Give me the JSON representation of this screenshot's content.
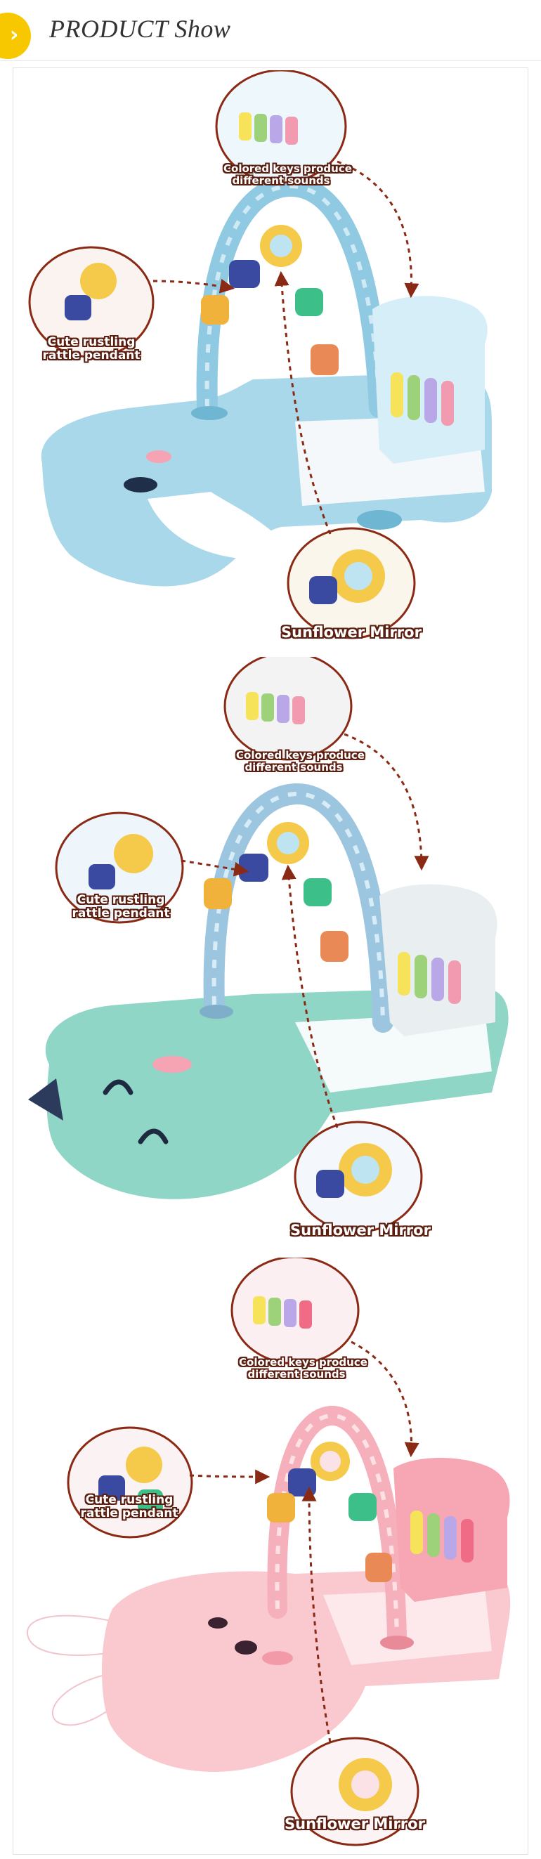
{
  "header": {
    "title": "PRODUCT Show",
    "accent_color": "#f7c800",
    "arrow_icon": "chevron-right-icon"
  },
  "products": [
    {
      "color_theme": "blue",
      "callouts": {
        "keys": [
          "Colored keys produce",
          "different sounds"
        ],
        "rattle": [
          "Cute rustling",
          "rattle pendant"
        ],
        "mirror": "Sunflower Mirror"
      }
    },
    {
      "color_theme": "mint",
      "callouts": {
        "keys": [
          "Colored keys produce",
          "different sounds"
        ],
        "rattle": [
          "Cute rustling",
          "rattle pendant"
        ],
        "mirror": "Sunflower Mirror"
      }
    },
    {
      "color_theme": "pink",
      "callouts": {
        "keys": [
          "Colored keys produce",
          "different sounds"
        ],
        "rattle": [
          "Cute rustling",
          "rattle pendant"
        ],
        "mirror": "Sunflower Mirror"
      }
    }
  ]
}
